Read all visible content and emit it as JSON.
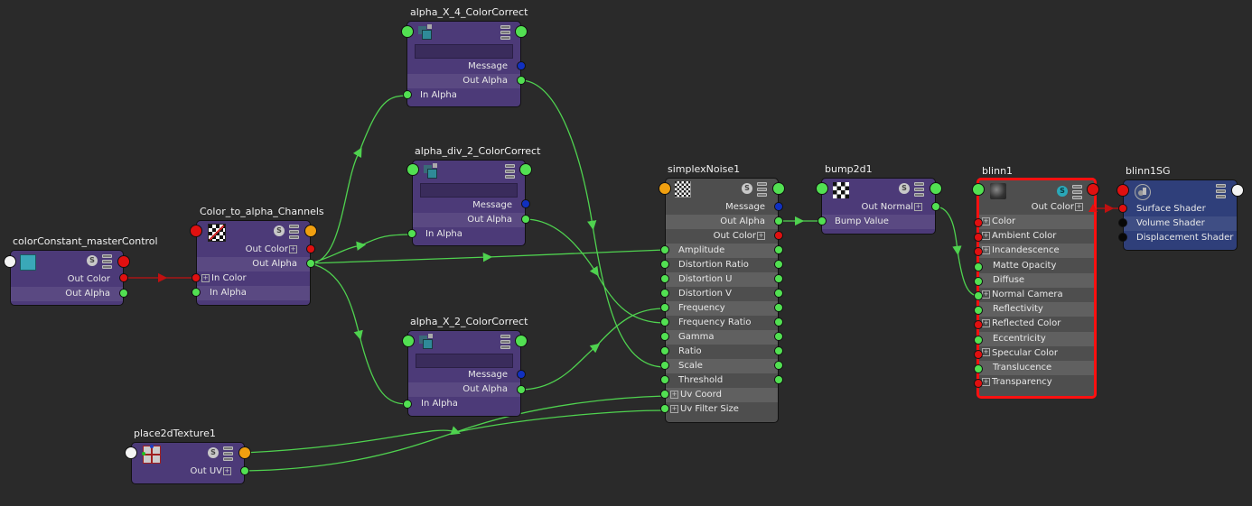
{
  "editor": "Node Editor",
  "colors": {
    "background": "#2a2a2a",
    "node_purple": "#4c3a78",
    "node_gray": "#4e4e4e",
    "node_blue": "#2f3f7a",
    "selection": "#ff1010",
    "wire_green": "#4fd24f",
    "wire_red": "#c01010",
    "port_green": "#52e052",
    "port_red": "#e01010",
    "port_blue": "#1030c0",
    "port_orange": "#f0a010"
  },
  "nodes": {
    "colorConstant": {
      "title": "colorConstant_masterControl",
      "icon": "color-swatch-icon",
      "outputs": [
        "Out Color",
        "Out Alpha"
      ]
    },
    "colorToAlpha": {
      "title": "Color_to_alpha_Channels",
      "icon": "checker-slash-icon",
      "outputs": [
        "Out Color",
        "Out Alpha"
      ],
      "inputs": [
        "In Color",
        "In Alpha"
      ]
    },
    "alphaX4": {
      "title": "alpha_X_4_ColorCorrect",
      "icon": "color-correct-icon",
      "outputs": [
        "Message",
        "Out Alpha"
      ],
      "inputs": [
        "In Alpha"
      ]
    },
    "alphaDiv2": {
      "title": "alpha_div_2_ColorCorrect",
      "icon": "color-correct-icon",
      "outputs": [
        "Message",
        "Out Alpha"
      ],
      "inputs": [
        "In Alpha"
      ]
    },
    "alphaX2": {
      "title": "alpha_X_2_ColorCorrect",
      "icon": "color-correct-icon",
      "outputs": [
        "Message",
        "Out Alpha"
      ],
      "inputs": [
        "In Alpha"
      ]
    },
    "place2d": {
      "title": "place2dTexture1",
      "icon": "place2d-icon",
      "outputs": [
        "Out UV"
      ]
    },
    "simplexNoise": {
      "title": "simplexNoise1",
      "icon": "noise-icon",
      "outputs": [
        "Message",
        "Out Alpha",
        "Out Color"
      ],
      "attributes": [
        "Amplitude",
        "Distortion Ratio",
        "Distortion U",
        "Distortion V",
        "Frequency",
        "Frequency Ratio",
        "Gamma",
        "Ratio",
        "Scale",
        "Threshold",
        "Uv Coord",
        "Uv Filter Size"
      ]
    },
    "bump2d": {
      "title": "bump2d1",
      "icon": "checker-icon",
      "outputs": [
        "Out Normal"
      ],
      "inputs": [
        "Bump Value"
      ]
    },
    "blinn": {
      "title": "blinn1",
      "icon": "material-sphere-icon",
      "outputs": [
        "Out Color"
      ],
      "inputs": [
        "Color",
        "Ambient Color",
        "Incandescence",
        "Matte Opacity",
        "Diffuse",
        "Normal Camera",
        "Reflectivity",
        "Reflected Color",
        "Eccentricity",
        "Specular Color",
        "Translucence",
        "Transparency"
      ]
    },
    "blinnSG": {
      "title": "blinn1SG",
      "icon": "shading-group-icon",
      "inputs": [
        "Surface Shader",
        "Volume Shader",
        "Displacement Shader"
      ]
    }
  },
  "labels": {
    "shader_badge": "S",
    "expand": "+"
  }
}
